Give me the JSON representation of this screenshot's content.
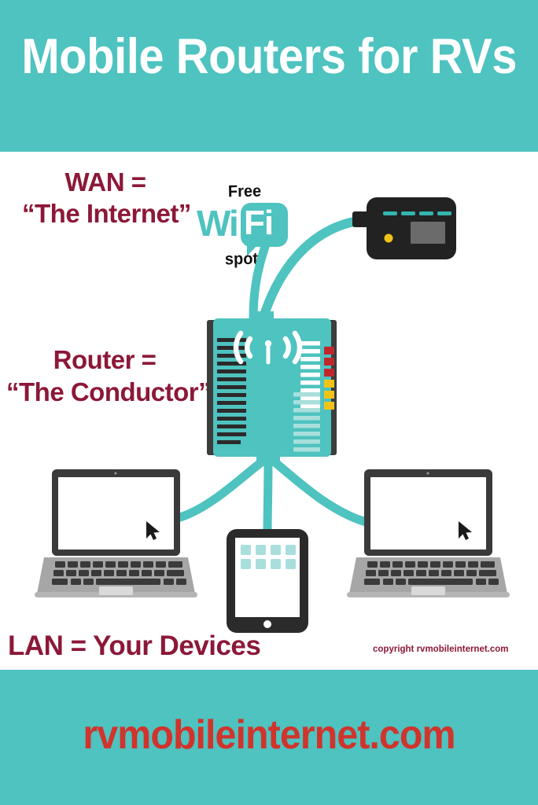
{
  "colors": {
    "teal": "#4ec3c0",
    "teal_light": "#a8dfdd",
    "maroon": "#8c1838",
    "red": "#d0342c",
    "dark": "#2b2b2b",
    "gray_body": "#a6a6a6",
    "gray_screen": "#6b6b6b",
    "led_red": "#c0272d",
    "led_yellow": "#f2c317",
    "white": "#ffffff",
    "black": "#111111"
  },
  "header": {
    "title": "Mobile Routers for RVs",
    "background": "#4ec3c0",
    "text_color": "#ffffff"
  },
  "footer": {
    "url": "rvmobileinternet.com",
    "background": "#4ec3c0",
    "text_color": "#d0342c"
  },
  "labels": {
    "wan": {
      "line1": "WAN =",
      "line2": "“The  Internet”",
      "color": "#8c1838"
    },
    "router": {
      "line1": "Router =",
      "line2": "“The Conductor”",
      "color": "#8c1838"
    },
    "lan": {
      "text": "LAN = Your Devices",
      "color": "#8c1838"
    },
    "copyright": {
      "text": "copyright rvmobileinternet.com",
      "color": "#8c1838"
    }
  },
  "wifi_logo": {
    "free": "Free",
    "wi": "Wi",
    "fi": "Fi",
    "spot": "spot",
    "wi_color": "#4ec3c0",
    "fi_color": "#ffffff",
    "bubble_color": "#4ec3c0",
    "word_color": "#111111"
  },
  "devices": {
    "modem": {
      "name": "Mobile hotspot / modem",
      "body_color": "#222222",
      "signal_bars": 4,
      "signal_bar_color": "#35b5b0",
      "screen_color": "#6b6b6b",
      "led_color": "#f2c317"
    },
    "router": {
      "name": "Router",
      "body_color": "#4ec3c0",
      "side_color": "#3d3d3d",
      "vent_color": "#2b2b2b",
      "bars_white": 9,
      "bars_light": 13,
      "leds_red": 3,
      "leds_yellow": 3,
      "wifi_icon": "wifi-broadcast-icon"
    },
    "laptop_left": {
      "name": "Laptop",
      "bezel_color": "#3a3a3a",
      "screen_color": "#ffffff",
      "base_color": "#a6a6a6",
      "key_color": "#3a3a3a",
      "cursor": "arrow-cursor"
    },
    "laptop_right": {
      "name": "Laptop",
      "bezel_color": "#3a3a3a",
      "screen_color": "#ffffff",
      "base_color": "#a6a6a6",
      "key_color": "#3a3a3a",
      "cursor": "arrow-cursor"
    },
    "tablet": {
      "name": "Tablet",
      "frame_color": "#2b2b2b",
      "screen_color": "#ffffff",
      "app_icon_color": "#a8dfdd",
      "app_icon_count": 8,
      "home_button_color": "#ffffff"
    }
  },
  "connections": [
    {
      "from": "router",
      "to": "wifi-hotspot-bubble",
      "color": "#4ec3c0"
    },
    {
      "from": "router",
      "to": "modem",
      "color": "#4ec3c0"
    },
    {
      "from": "router",
      "to": "laptop_left",
      "color": "#4ec3c0"
    },
    {
      "from": "router",
      "to": "tablet",
      "color": "#4ec3c0"
    },
    {
      "from": "router",
      "to": "laptop_right",
      "color": "#4ec3c0"
    }
  ]
}
